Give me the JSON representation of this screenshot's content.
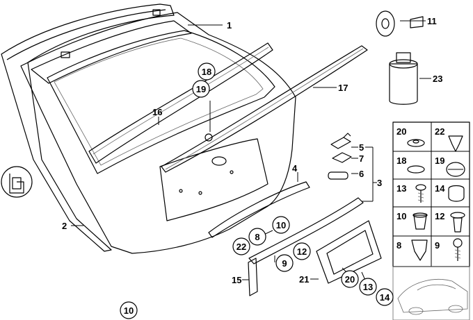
{
  "callouts": {
    "n1": "1",
    "n2": "2",
    "n3": "3",
    "n4": "4",
    "n5": "5",
    "n6": "6",
    "n7": "7",
    "n11": "11",
    "n15": "15",
    "n16": "16",
    "n17": "17",
    "n21": "21",
    "n23": "23",
    "c18": "18",
    "c19": "19",
    "c10a": "10",
    "c8": "8",
    "c22": "22",
    "c12": "12",
    "c9": "9",
    "c20": "20",
    "c13": "13",
    "c14": "14",
    "c10b": "10"
  },
  "grid": [
    {
      "label": "20"
    },
    {
      "label": "22"
    },
    {
      "label": "18"
    },
    {
      "label": "19"
    },
    {
      "label": "13"
    },
    {
      "label": "14"
    },
    {
      "label": "10"
    },
    {
      "label": "12"
    },
    {
      "label": "8"
    },
    {
      "label": "9"
    }
  ]
}
